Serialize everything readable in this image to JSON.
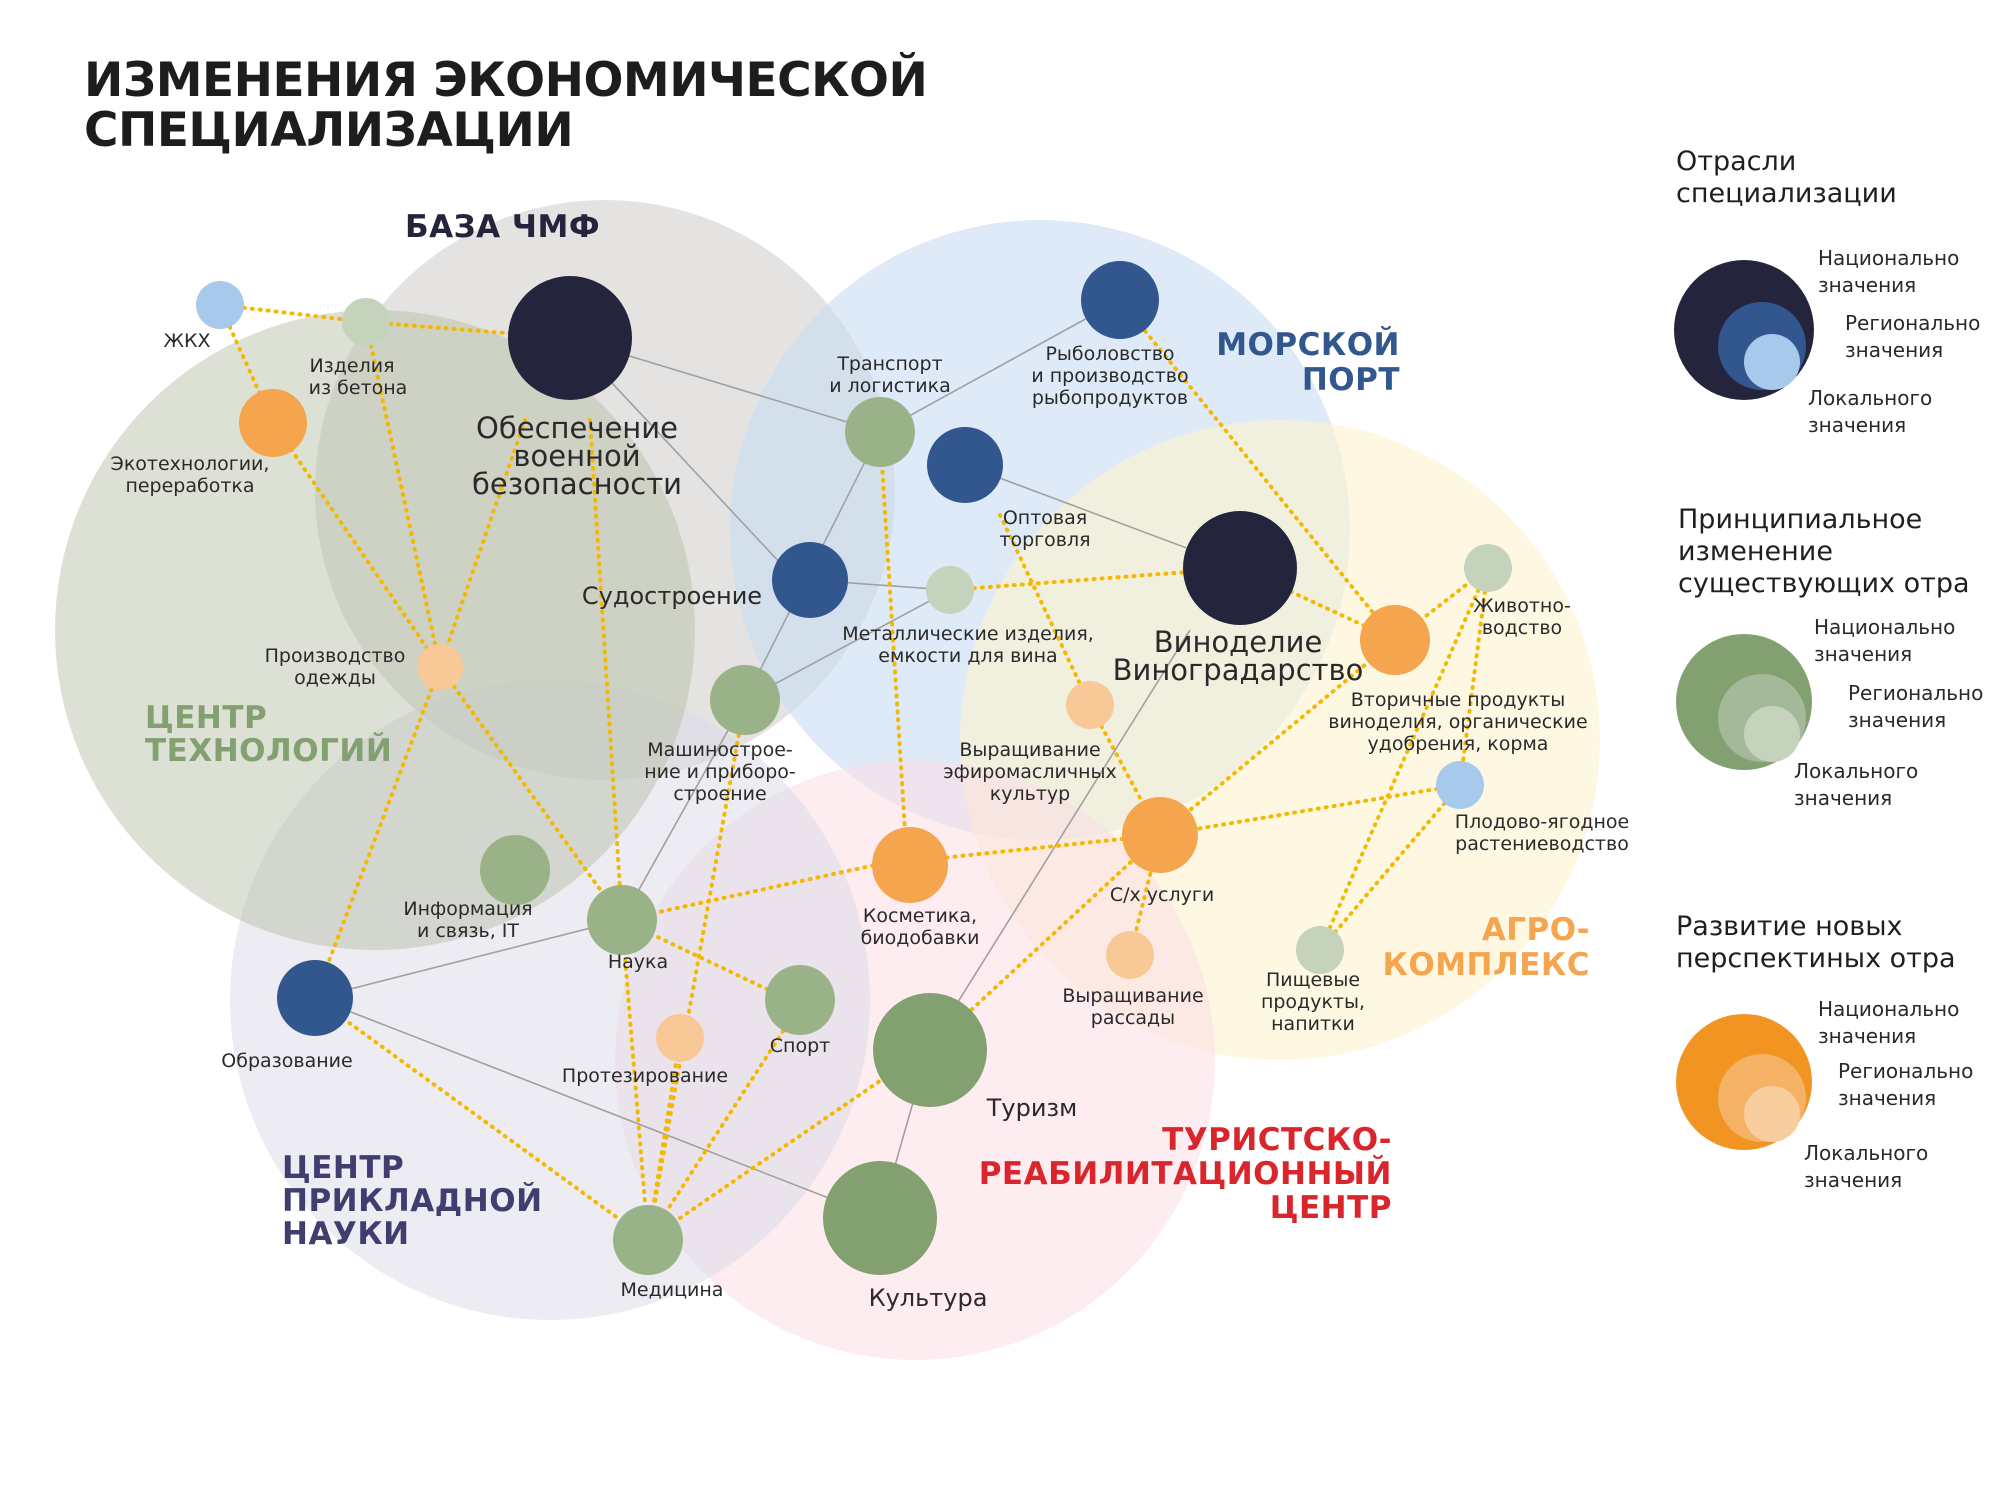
{
  "title": {
    "line1": "ИЗМЕНЕНИЯ ЭКОНОМИЧЕСКОЙ",
    "line2": "СПЕЦИАЛИЗАЦИИ"
  },
  "colors": {
    "national_dark": "#25243d",
    "regional_blue": "#32578e",
    "local_blue": "#a7c9ec",
    "green": "#83a070",
    "green_light": "#c5d3bc",
    "orange": "#f4a54d",
    "orange_light": "#f8c896",
    "link_yellow": "#f5b800",
    "link_grey": "#a0a0a0"
  },
  "clusters": {
    "baza": "БАЗА ЧМФ",
    "morskoy": [
      "МОРСКОЙ",
      "ПОРТ"
    ],
    "tech": [
      "ЦЕНТР",
      "ТЕХНОЛОГИЙ"
    ],
    "agro": [
      "АГРО-",
      "КОМПЛЕКС"
    ],
    "turist": [
      "ТУРИСТСКО-",
      "РЕАБИЛИТАЦИОННЫЙ",
      "ЦЕНТР"
    ],
    "nauka": [
      "ЦЕНТР",
      "ПРИКЛАДНОЙ",
      "НАУКИ"
    ]
  },
  "nodes": {
    "zhkh": [
      "ЖКХ"
    ],
    "izdeliya": [
      "Изделия",
      "из бетона"
    ],
    "oborona": [
      "Обеспечение",
      "военной",
      "безопасности"
    ],
    "ekotech": [
      "Экотехнологии,",
      "переработка"
    ],
    "transport": [
      "Транспорт",
      "и логистика"
    ],
    "rybolov": [
      "Рыболовство",
      "и производство",
      "рыбопродуктов"
    ],
    "optovaya": [
      "Оптовая",
      "торговля"
    ],
    "sudostroenie": [
      "Судостроение"
    ],
    "metall": [
      "Металлические изделия,",
      "емкости для вина"
    ],
    "vinodelie": [
      "Виноделие",
      "Виноградарство"
    ],
    "zhivotno": [
      "Животно-",
      "водство"
    ],
    "vtorichnye": [
      "Вторичные продукты",
      "виноделия, органические",
      "удобрения, корма"
    ],
    "odezhda": [
      "Производство",
      "одежды"
    ],
    "mashino": [
      "Машиностроe-",
      "ние и приборо-",
      "строение"
    ],
    "efiro": [
      "Выращивание",
      "эфиромасличных",
      "культур"
    ],
    "plodovo": [
      "Плодово-ягодное",
      "растениеводство"
    ],
    "it": [
      "Информация",
      "и связь, IT"
    ],
    "nauka": [
      "Наука"
    ],
    "kosmetika": [
      "Косметика,",
      "биодобавки"
    ],
    "sh_uslugi": [
      "С/х услуги"
    ],
    "rassada": [
      "Выращивание",
      "рассады"
    ],
    "pishevye": [
      "Пищевые",
      "продукты,",
      "напитки"
    ],
    "obrazovanie": [
      "Образование"
    ],
    "sport": [
      "Спорт"
    ],
    "protezi": [
      "Протезирование"
    ],
    "turizm": [
      "Туризм"
    ],
    "kultura": [
      "Культура"
    ],
    "medicina": [
      "Медицина"
    ]
  },
  "legend": {
    "g1": {
      "heading": [
        "Отрасли",
        "специализации"
      ]
    },
    "g2": {
      "heading": [
        "Принципиальное",
        "изменение",
        "существующих отра"
      ]
    },
    "g3": {
      "heading": [
        "Развитие новых",
        "перспектиных отра"
      ]
    },
    "nat": [
      "Национально",
      "значения"
    ],
    "reg": [
      "Регионально",
      "значения"
    ],
    "loc": [
      "Локального",
      "значения"
    ]
  }
}
